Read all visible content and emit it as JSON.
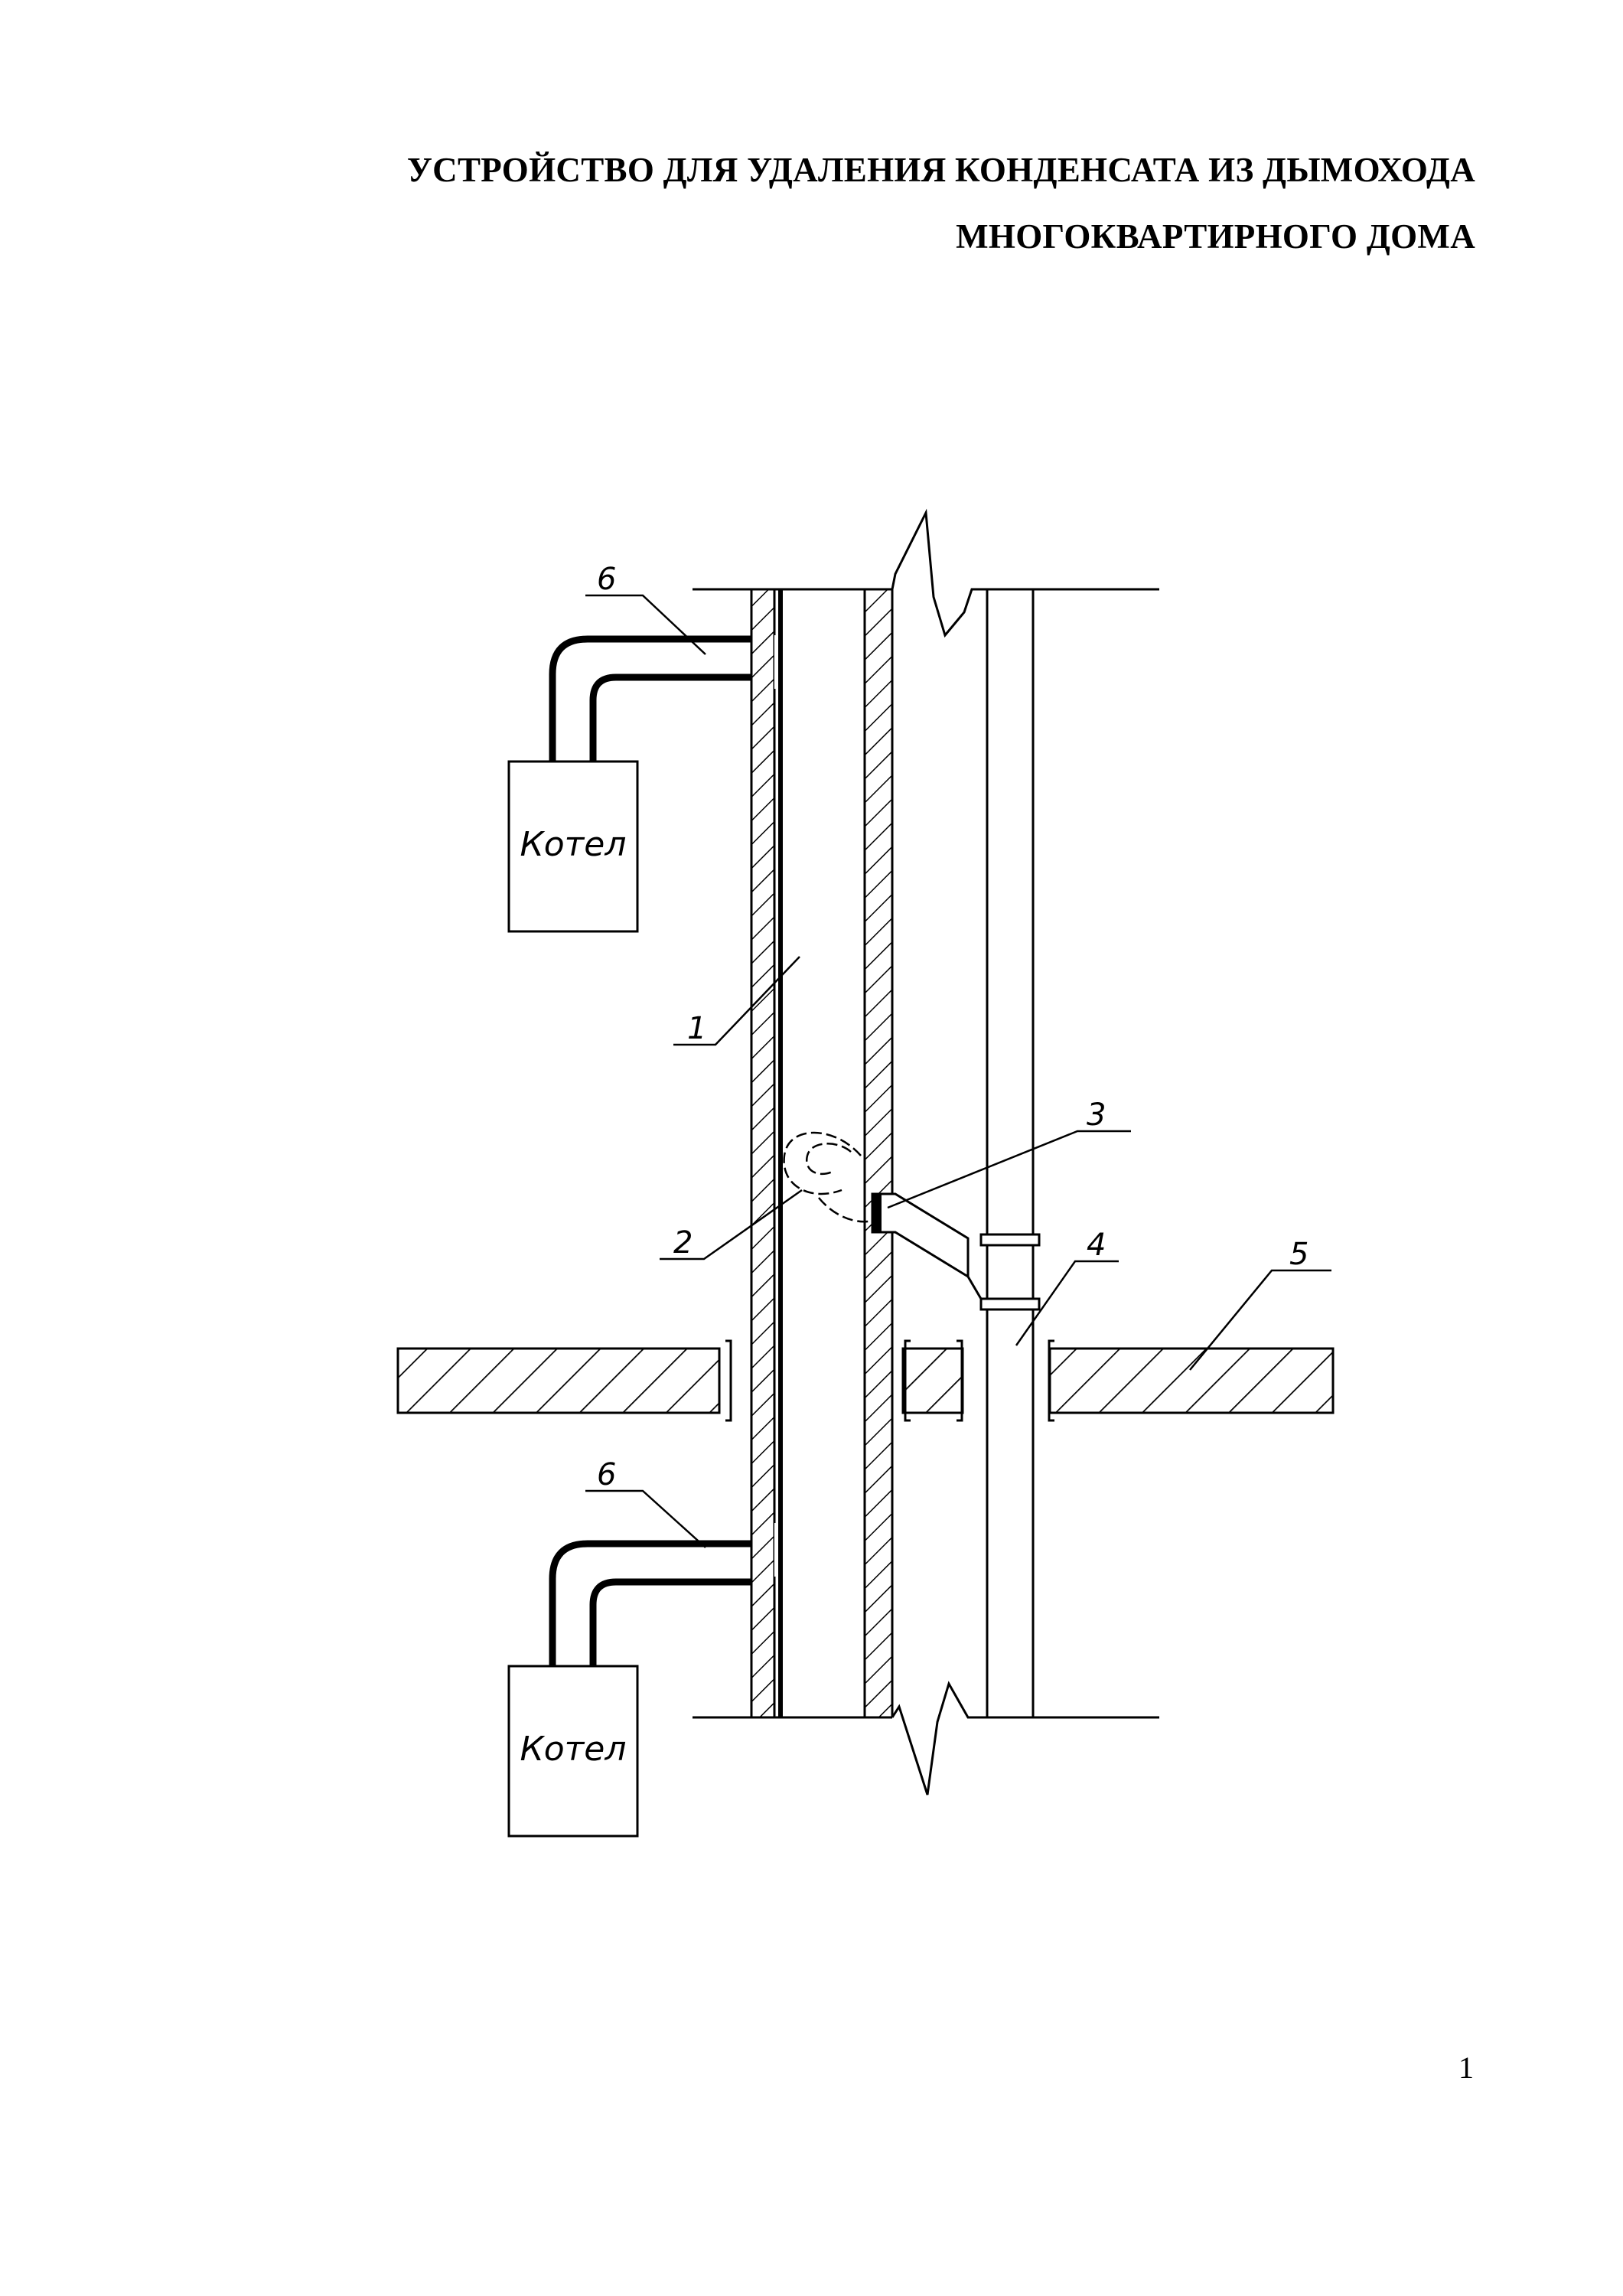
{
  "title": {
    "line1": "УСТРОЙСТВО ДЛЯ УДАЛЕНИЯ КОНДЕНСАТА ИЗ ДЫМОХОДА",
    "line2": "МНОГОКВАРТИРНОГО ДОМА"
  },
  "diagram": {
    "boiler_label": "Котел",
    "callouts": {
      "chimney_channel": "1",
      "condensate_vortex": "2",
      "drain_outlet": "3",
      "drain_pipe": "4",
      "floor_slab": "5",
      "flue_connector_top": "6",
      "flue_connector_bottom": "6"
    }
  },
  "page_number": "1"
}
